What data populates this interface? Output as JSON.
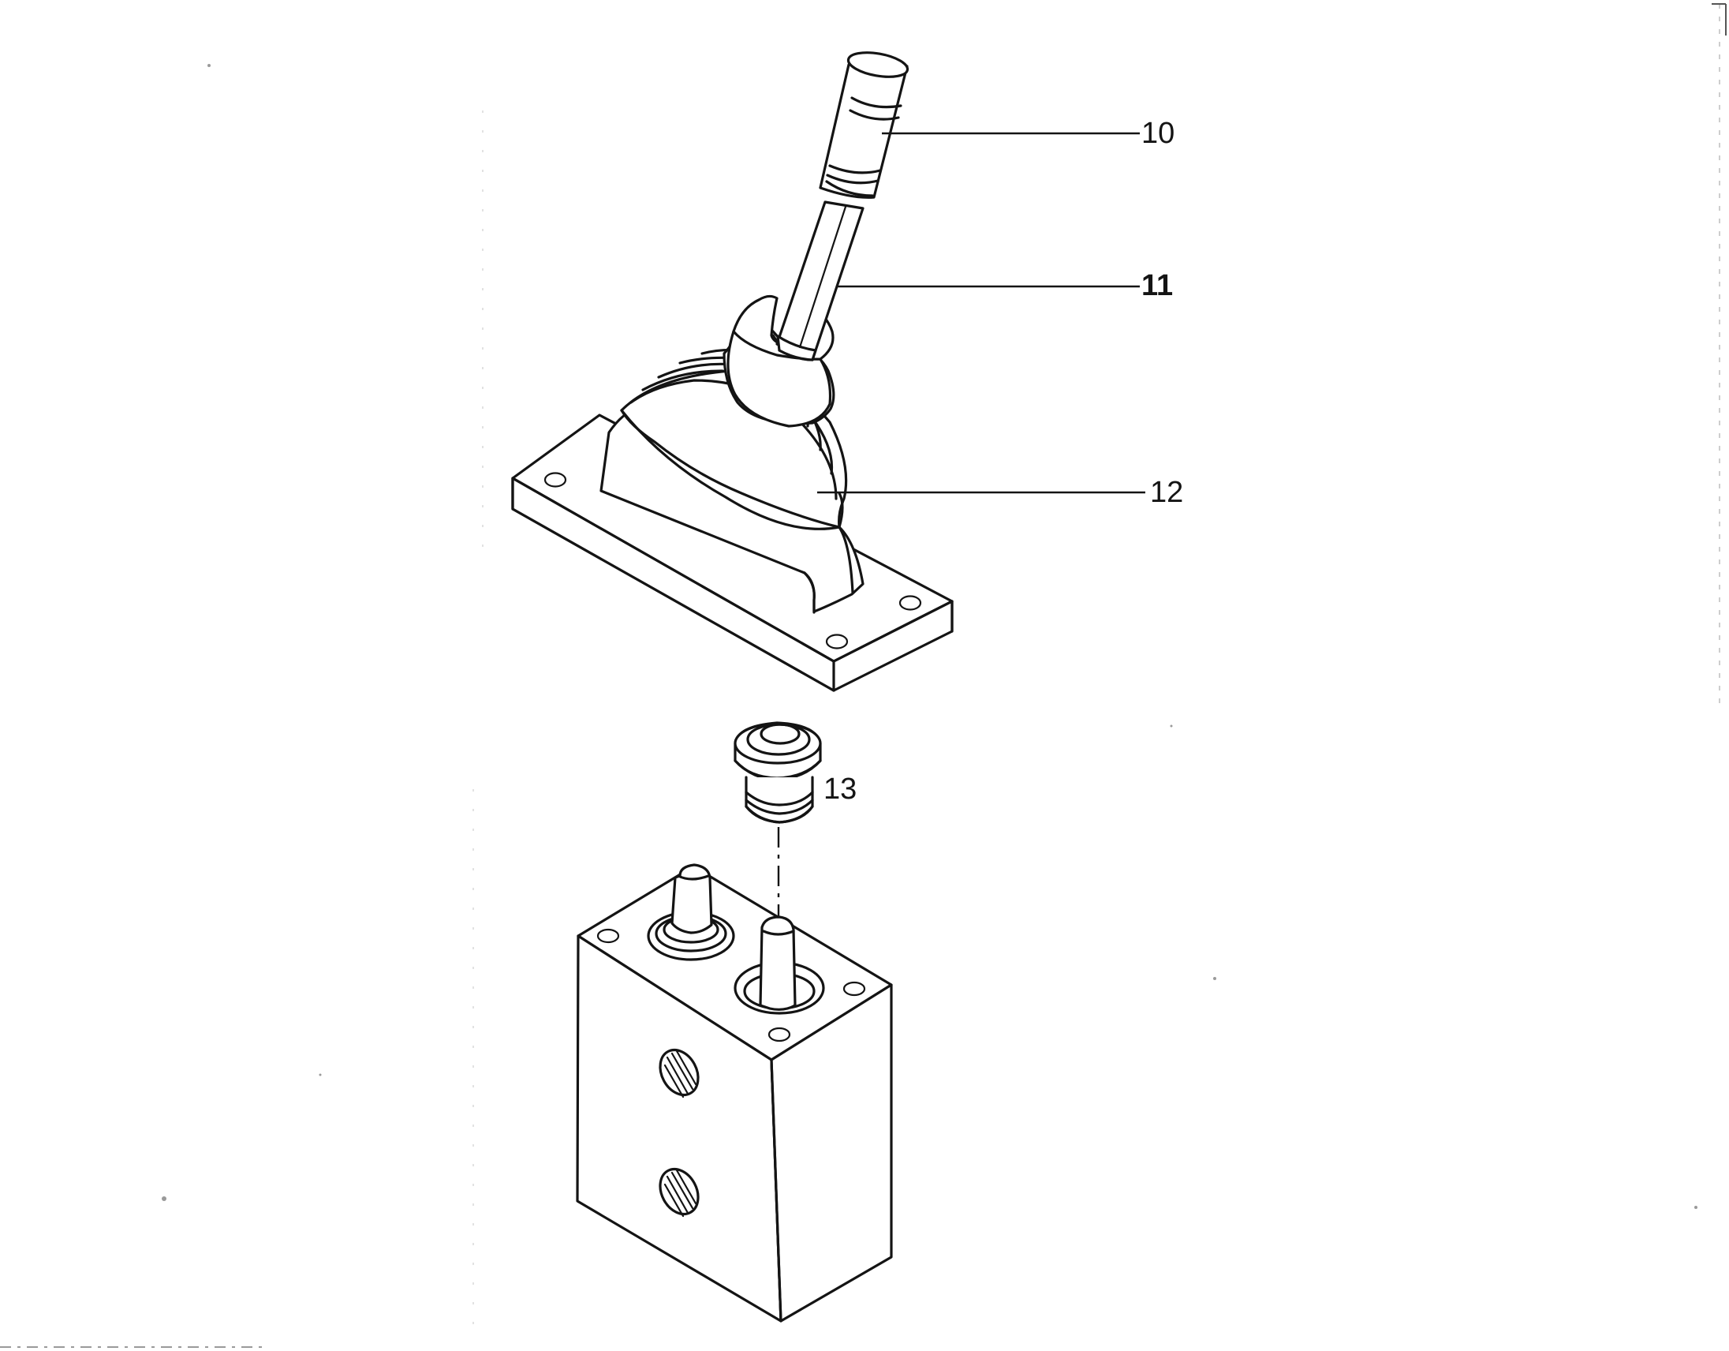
{
  "callouts": {
    "knob": "10",
    "lever": "11",
    "boot": "12",
    "plug": "13"
  },
  "colors": {
    "line": "#141414",
    "paper": "#ffffff"
  }
}
